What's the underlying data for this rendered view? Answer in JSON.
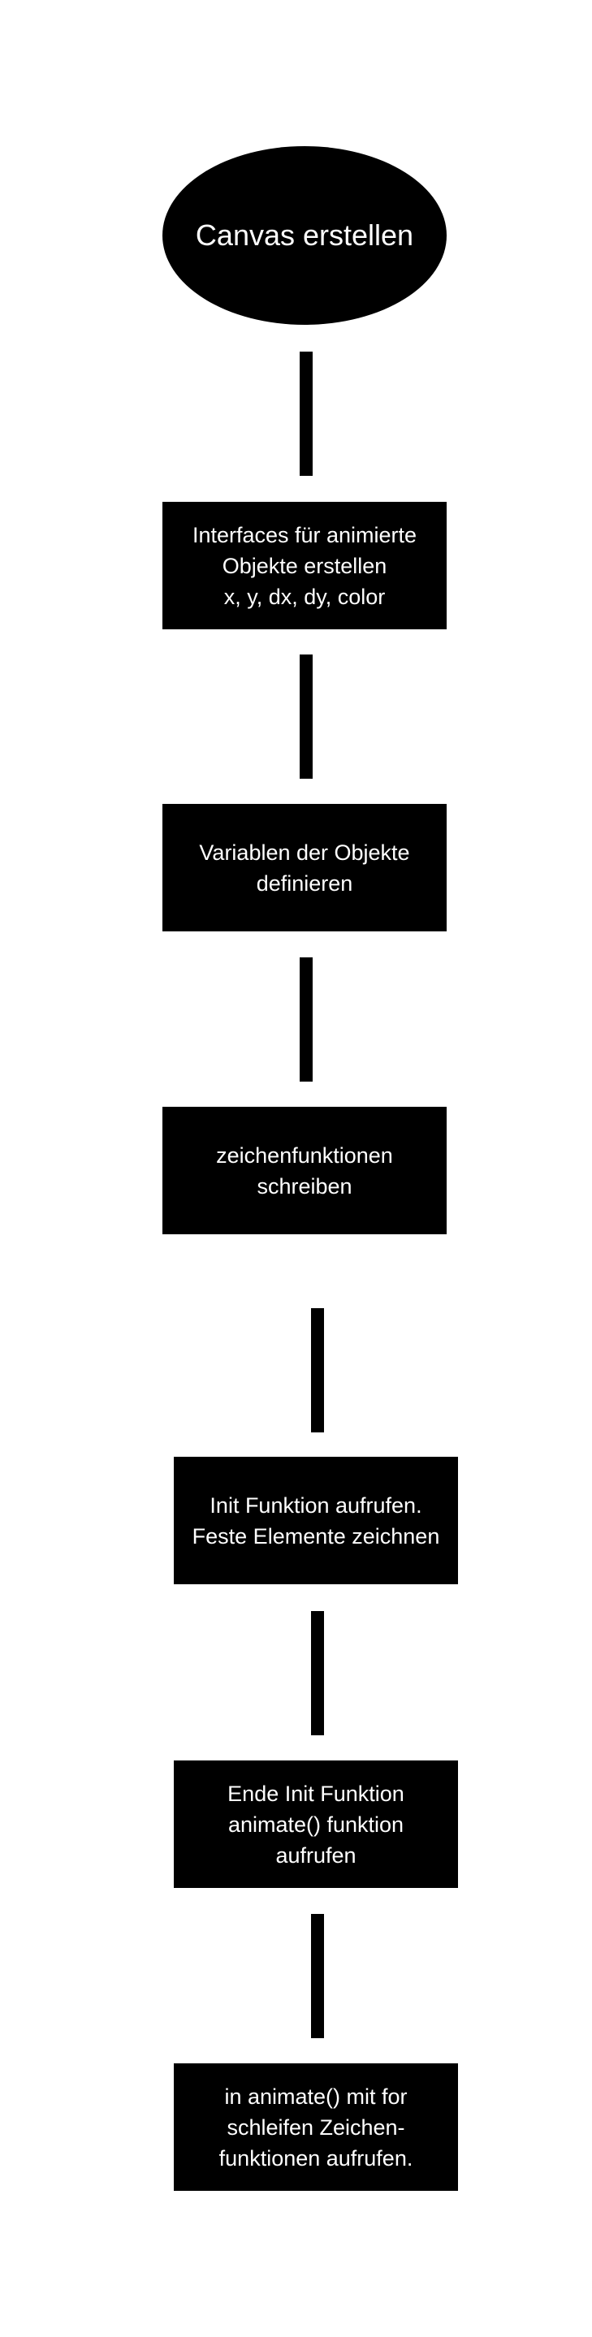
{
  "diagram": {
    "start": {
      "label": "Canvas erstellen"
    },
    "steps": [
      {
        "label": "Interfaces für animierte\nObjekte erstellen\nx, y, dx, dy, color"
      },
      {
        "label": "Variablen der Objekte\ndefinieren"
      },
      {
        "label": "zeichenfunktionen\nschreiben"
      },
      {
        "label": "Init Funktion aufrufen.\nFeste Elemente zeichnen"
      },
      {
        "label": "Ende Init Funktion\nanimate() funktion\naufrufen"
      },
      {
        "label": "in animate() mit for\nschleifen Zeichen-\nfunktionen aufrufen."
      }
    ],
    "colors": {
      "fill": "#000000",
      "text": "#ffffff",
      "background": "#ffffff"
    }
  }
}
